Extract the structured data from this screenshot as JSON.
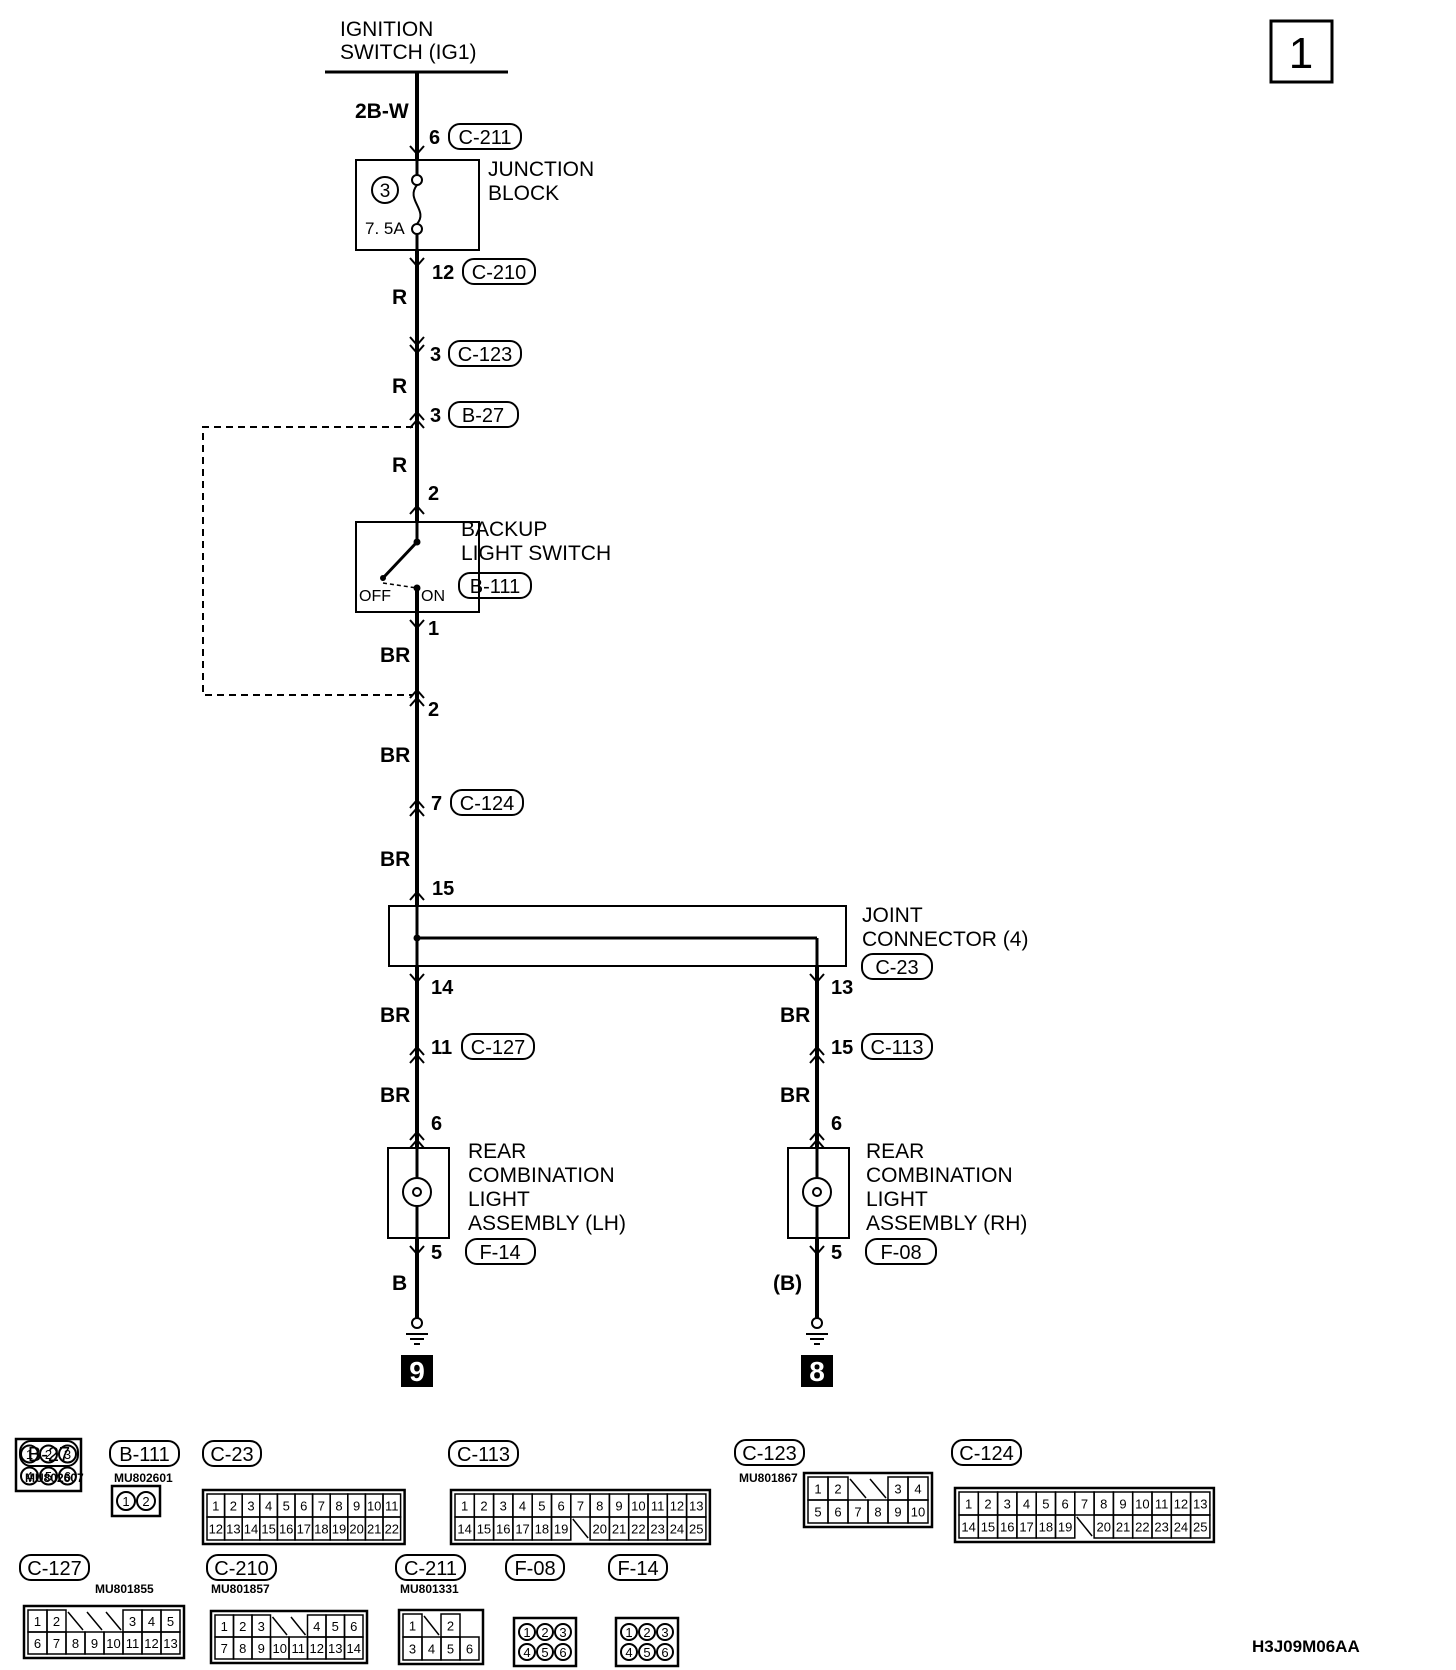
{
  "page_number": "1",
  "diagram_code": "H3J09M06AA",
  "ignition": {
    "label_line1": "IGNITION",
    "label_line2": "SWITCH (IG1)",
    "wire": "2B-W",
    "pin": "6",
    "connector": "C-211"
  },
  "junction_block": {
    "label_line1": "JUNCTION",
    "label_line2": "BLOCK",
    "fuse_number": "3",
    "fuse_rating": "7. 5A",
    "out_pin": "12",
    "out_connector": "C-210",
    "out_wire": "R"
  },
  "c123": {
    "pin": "3",
    "connector": "C-123",
    "wire": "R"
  },
  "b27": {
    "pin": "3",
    "connector": "B-27",
    "wire": "R"
  },
  "backup_switch": {
    "label_line1": "BACKUP",
    "label_line2": "LIGHT SWITCH",
    "connector": "B-111",
    "in_pin": "2",
    "out_pin": "1",
    "off_label": "OFF",
    "on_label": "ON",
    "out_wire": "BR"
  },
  "mid": {
    "pin": "2",
    "wire": "BR"
  },
  "c124": {
    "pin": "7",
    "connector": "C-124",
    "wire": "BR"
  },
  "joint": {
    "label_line1": "JOINT",
    "label_line2": "CONNECTOR (4)",
    "connector": "C-23",
    "in_pin": "15",
    "out_left_pin": "14",
    "out_right_pin": "13"
  },
  "left_branch": {
    "wire1": "BR",
    "c127_pin": "11",
    "c127_connector": "C-127",
    "wire2": "BR",
    "lamp_in_pin": "6",
    "lamp_label_line1": "REAR",
    "lamp_label_line2": "COMBINATION",
    "lamp_label_line3": "LIGHT",
    "lamp_label_line4": "ASSEMBLY (LH)",
    "lamp_out_pin": "5",
    "lamp_connector": "F-14",
    "ground_wire": "B",
    "ground_number": "9"
  },
  "right_branch": {
    "wire1": "BR",
    "c113_pin": "15",
    "c113_connector": "C-113",
    "wire2": "BR",
    "lamp_in_pin": "6",
    "lamp_label_line1": "REAR",
    "lamp_label_line2": "COMBINATION",
    "lamp_label_line3": "LIGHT",
    "lamp_label_line4": "ASSEMBLY (RH)",
    "lamp_out_pin": "5",
    "lamp_connector": "F-08",
    "ground_wire": "(B)",
    "ground_number": "8"
  },
  "connector_views": [
    {
      "name": "B-27",
      "part": "MU802607",
      "rows": [
        [
          "1",
          "2",
          "3"
        ],
        [
          "4",
          "5",
          "6"
        ]
      ]
    },
    {
      "name": "B-111",
      "part": "MU802601",
      "rows": [
        [
          "1",
          "2"
        ]
      ]
    },
    {
      "name": "C-23",
      "part": "",
      "rows": [
        [
          "1",
          "2",
          "3",
          "4",
          "5",
          "6",
          "7",
          "8",
          "9",
          "10",
          "11"
        ],
        [
          "12",
          "13",
          "14",
          "15",
          "16",
          "17",
          "18",
          "19",
          "20",
          "21",
          "22"
        ]
      ]
    },
    {
      "name": "C-113",
      "part": "",
      "rows": [
        [
          "1",
          "2",
          "3",
          "4",
          "5",
          "6",
          "7",
          "8",
          "9",
          "10",
          "11",
          "12",
          "13"
        ],
        [
          "14",
          "15",
          "16",
          "17",
          "18",
          "19",
          "",
          "20",
          "21",
          "22",
          "23",
          "24",
          "25"
        ]
      ]
    },
    {
      "name": "C-123",
      "part": "MU801867",
      "rows": [
        [
          "1",
          "2",
          "",
          "",
          "3",
          "4"
        ],
        [
          "5",
          "6",
          "7",
          "8",
          "9",
          "10"
        ]
      ]
    },
    {
      "name": "C-124",
      "part": "",
      "rows": [
        [
          "1",
          "2",
          "3",
          "4",
          "5",
          "6",
          "7",
          "8",
          "9",
          "10",
          "11",
          "12",
          "13"
        ],
        [
          "14",
          "15",
          "16",
          "17",
          "18",
          "19",
          "",
          "20",
          "21",
          "22",
          "23",
          "24",
          "25"
        ]
      ]
    },
    {
      "name": "C-127",
      "part": "MU801855",
      "rows": [
        [
          "1",
          "2",
          "",
          "",
          "",
          "3",
          "4",
          "5"
        ],
        [
          "6",
          "7",
          "8",
          "9",
          "10",
          "11",
          "12",
          "13"
        ]
      ]
    },
    {
      "name": "C-210",
      "part": "MU801857",
      "rows": [
        [
          "1",
          "2",
          "3",
          "",
          "",
          "4",
          "5",
          "6"
        ],
        [
          "7",
          "8",
          "9",
          "10",
          "11",
          "12",
          "13",
          "14"
        ]
      ]
    },
    {
      "name": "C-211",
      "part": "MU801331",
      "rows": [
        [
          "1",
          "",
          "2"
        ],
        [
          "3",
          "4",
          "5",
          "6"
        ]
      ]
    },
    {
      "name": "F-08",
      "part": "",
      "rows": [
        [
          "1",
          "2",
          "3"
        ],
        [
          "4",
          "5",
          "6"
        ]
      ]
    },
    {
      "name": "F-14",
      "part": "",
      "rows": [
        [
          "1",
          "2",
          "3"
        ],
        [
          "4",
          "5",
          "6"
        ]
      ]
    }
  ]
}
